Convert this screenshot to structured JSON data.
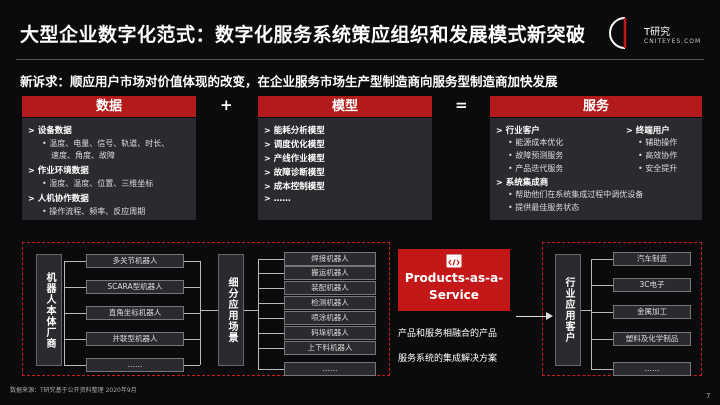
{
  "title": "大型企业数字化范式：数字化服务系统策应组织和发展模式新突破",
  "logo": {
    "name": "T研究",
    "sub": "CNITEYES.COM"
  },
  "subtitle": "新诉求：顺应用户市场对价值体现的改变，在企业服务市场生产型制造商向服务型制造商加快发展",
  "headers": {
    "data": "数据",
    "plus": "+",
    "model": "模型",
    "equals": "=",
    "service": "服务"
  },
  "data_panel": [
    {
      "label": "设备数据",
      "lines": [
        "温度、电量、信号、轨道、时长、",
        "速度、角度、故障"
      ]
    },
    {
      "label": "作业环境数据",
      "lines": [
        "湿度、温度、位置、三维坐标"
      ]
    },
    {
      "label": "人机协作数据",
      "lines": [
        "操作流程、频率、反应周期"
      ]
    }
  ],
  "model_panel": [
    "能耗分析模型",
    "调度优化模型",
    "产线作业模型",
    "故障诊断模型",
    "成本控制模型",
    "……"
  ],
  "service_panel": {
    "industry": {
      "label": "行业客户",
      "items": [
        "能源成本优化",
        "故障预测服务",
        "产品迭代服务"
      ]
    },
    "end_user": {
      "label": "终端用户",
      "items": [
        "辅助操作",
        "高效协作",
        "安全提升"
      ]
    },
    "integrator": {
      "label": "系统集成商",
      "items": [
        "帮助他们在系统集成过程中调优设备",
        "提供最佳服务状态"
      ]
    }
  },
  "robot_body": {
    "label": "机器人本体厂商",
    "items": [
      "多关节机器人",
      "SCARA型机器人",
      "直角坐标机器人",
      "并联型机器人",
      "……"
    ]
  },
  "scenario": {
    "label": "细分应用场景",
    "items": [
      "焊接机器人",
      "搬运机器人",
      "装配机器人",
      "检测机器人",
      "喷涂机器人",
      "码垛机器人",
      "上下料机器人",
      "……"
    ]
  },
  "paas": {
    "line1": "Products-as-a-",
    "line2": "Service"
  },
  "paas_desc": {
    "line1": "产品和服务相融合的产品",
    "line2": "服务系统的集成解决方案"
  },
  "industry_customers": {
    "label": "行业应用客户",
    "items": [
      "汽车制造",
      "3C电子",
      "金属加工",
      "塑料及化学制品",
      "……"
    ]
  },
  "footer": "数据来源：T研究基于公开资料整理  2020年9月",
  "page_number": "7",
  "colors": {
    "accent": "#c41818",
    "panel": "#2b2b2f",
    "background": "#0b0b0d"
  }
}
